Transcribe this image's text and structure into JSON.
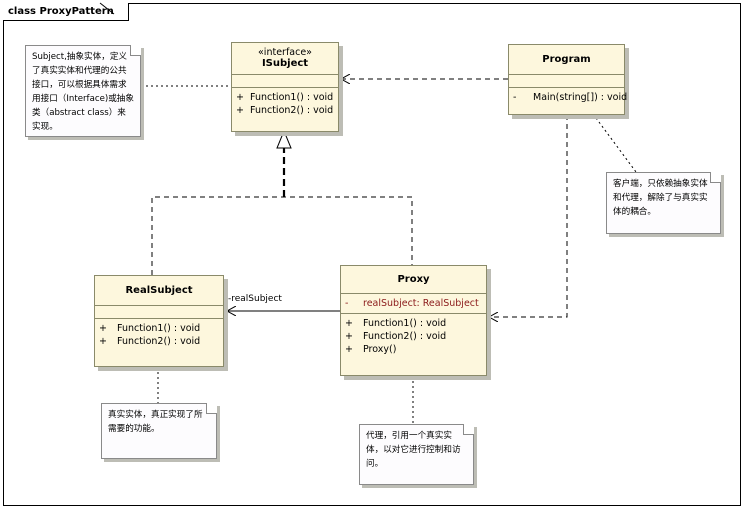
{
  "diagram": {
    "frame_title": "class ProxyPattern"
  },
  "classes": {
    "isubject": {
      "stereotype": "«interface»",
      "name": "ISubject",
      "operations": [
        {
          "vis": "+",
          "text": "Function1() : void"
        },
        {
          "vis": "+",
          "text": "Function2() : void"
        }
      ]
    },
    "program": {
      "name": "Program",
      "operations": [
        {
          "vis": "-",
          "text": "Main(string[]) : void"
        }
      ]
    },
    "realsubject": {
      "name": "RealSubject",
      "operations": [
        {
          "vis": "+",
          "text": "Function1() : void"
        },
        {
          "vis": "+",
          "text": "Function2() : void"
        }
      ]
    },
    "proxy": {
      "name": "Proxy",
      "attributes": [
        {
          "vis": "-",
          "text": "realSubject:  RealSubject"
        }
      ],
      "operations": [
        {
          "vis": "+",
          "text": "Function1() : void"
        },
        {
          "vis": "+",
          "text": "Function2() : void"
        },
        {
          "vis": "+",
          "text": "Proxy()"
        }
      ]
    }
  },
  "associations": {
    "proxy_to_realsubject_role": "-realSubject"
  },
  "notes": {
    "isubject_note": "Subject,抽象实体，定义了真实实体和代理的公共接口，可以根据具体需求用接口（Interface)或抽象类（abstract class）来实现。",
    "program_note": "客户端，只依赖抽象实体和代理，解除了与真实实体的耦合。",
    "realsubject_note": "真实实体，真正实现了所需要的功能。",
    "proxy_note": "代理，引用一个真实实体，以对它进行控制和访问。"
  }
}
